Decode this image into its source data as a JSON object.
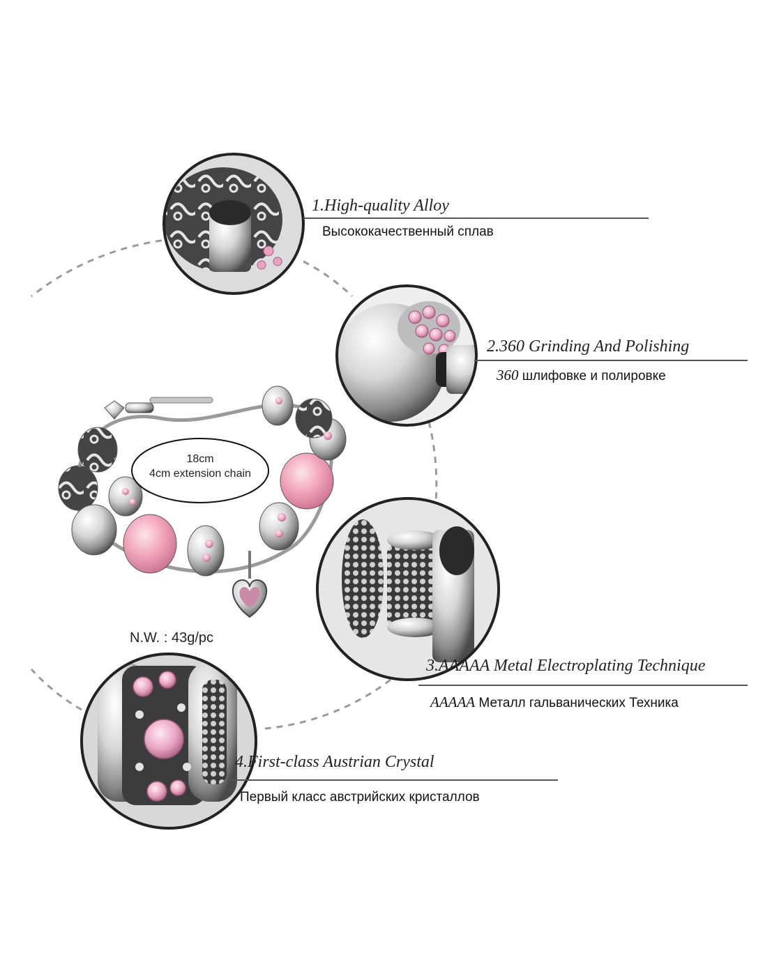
{
  "bracelet": {
    "length": "18cm",
    "extension": "4cm extension chain",
    "net_weight": "N.W. : 43g/pc"
  },
  "features": [
    {
      "title": "1.High-quality Alloy",
      "subtitle": "Высококачественный сплав"
    },
    {
      "title": "2.360 Grinding And Polishing",
      "subtitle_lead": "360",
      "subtitle": "шлифовке и полировке"
    },
    {
      "title": "3.AAAAA Metal Electroplating Technique",
      "subtitle_lead": "AAAAA",
      "subtitle": "Металл гальванических Техника"
    },
    {
      "title": "4.First-class Austrian Crystal",
      "subtitle": "Первый класс австрийских кристаллов"
    }
  ],
  "colors": {
    "crystal_pink": "#e8a3c0",
    "murano_pink": "#f2a5bd",
    "silver_light": "#e9e9e9",
    "silver_dark": "#555555",
    "dashed_arc": "#9a9a9a",
    "underline": "#555555"
  },
  "icons": [
    "heart-charm-icon",
    "lobster-clasp-icon"
  ]
}
